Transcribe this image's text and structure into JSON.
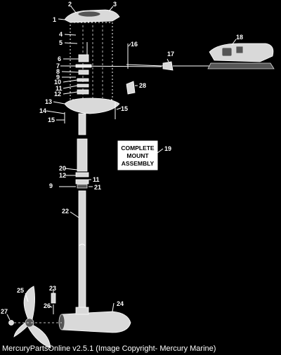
{
  "diagram": {
    "callouts": [
      {
        "id": "c1",
        "text": "1"
      },
      {
        "id": "c2",
        "text": "2"
      },
      {
        "id": "c3",
        "text": "3"
      },
      {
        "id": "c4",
        "text": "4"
      },
      {
        "id": "c5",
        "text": "5"
      },
      {
        "id": "c6",
        "text": "6"
      },
      {
        "id": "c7",
        "text": "7"
      },
      {
        "id": "c8",
        "text": "8"
      },
      {
        "id": "c9a",
        "text": "9"
      },
      {
        "id": "c10",
        "text": "10"
      },
      {
        "id": "c11a",
        "text": "11"
      },
      {
        "id": "c12a",
        "text": "12"
      },
      {
        "id": "c13",
        "text": "13"
      },
      {
        "id": "c14",
        "text": "14"
      },
      {
        "id": "c15a",
        "text": "15"
      },
      {
        "id": "c15b",
        "text": "15"
      },
      {
        "id": "c16",
        "text": "16"
      },
      {
        "id": "c17",
        "text": "17"
      },
      {
        "id": "c18",
        "text": "18"
      },
      {
        "id": "c19",
        "text": "19"
      },
      {
        "id": "c20",
        "text": "20"
      },
      {
        "id": "c12b",
        "text": "12"
      },
      {
        "id": "c11b",
        "text": "11"
      },
      {
        "id": "c9b",
        "text": "9"
      },
      {
        "id": "c21",
        "text": "21"
      },
      {
        "id": "c22",
        "text": "22"
      },
      {
        "id": "c23",
        "text": "23"
      },
      {
        "id": "c24",
        "text": "24"
      },
      {
        "id": "c25",
        "text": "25"
      },
      {
        "id": "c26",
        "text": "26"
      },
      {
        "id": "c27",
        "text": "27"
      },
      {
        "id": "c28",
        "text": "28"
      }
    ],
    "assembly_box": {
      "line1": "COMPLETE",
      "line2": "MOUNT",
      "line3": "ASSEMBLY"
    }
  },
  "caption": "MercuryPartsOnline v2.5.1 (Image Copyright- Mercury Marine)"
}
